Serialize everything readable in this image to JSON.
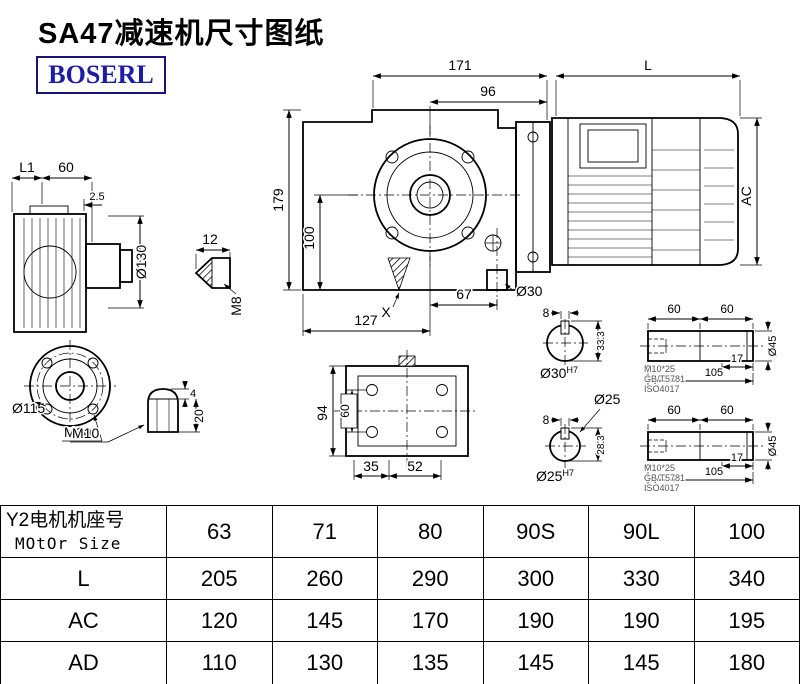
{
  "page": {
    "title": "SA47减速机尺寸图纸",
    "logo": "BOSERL"
  },
  "dims": {
    "v171": "171",
    "v96": "96",
    "vL": "L",
    "v179": "179",
    "v100": "100",
    "v67": "67",
    "d30": "Ø30",
    "v127": "127",
    "vX": "X",
    "vAC": "AC",
    "vL1": "L1",
    "v60": "60",
    "v2_5": "2.5",
    "d130": "Ø130",
    "d115": "Ø115",
    "m10": "M10",
    "v12": "12",
    "m8": "M8",
    "v94": "94",
    "v35": "35",
    "v52": "52",
    "v4": "4",
    "v20": "20",
    "v8": "8",
    "v33_3": "33.3",
    "v28_3": "28.3",
    "d25": "Ø25",
    "sup_h7": "H7",
    "v17": "17",
    "v105": "105",
    "d45": "Ø45",
    "m10x25": "M10*25",
    "gb": "GB/T5781",
    "iso": "ISO4017"
  },
  "table": {
    "header": {
      "label_cn": "Y2电机机座号",
      "label_en": "MOtOr Size",
      "sizes": [
        "63",
        "71",
        "80",
        "90S",
        "90L",
        "100"
      ]
    },
    "rows": [
      {
        "label": "L",
        "values": [
          "205",
          "260",
          "290",
          "300",
          "330",
          "340"
        ]
      },
      {
        "label": "AC",
        "values": [
          "120",
          "145",
          "170",
          "190",
          "190",
          "195"
        ]
      },
      {
        "label": "AD",
        "values": [
          "110",
          "130",
          "135",
          "145",
          "145",
          "180"
        ]
      }
    ]
  }
}
